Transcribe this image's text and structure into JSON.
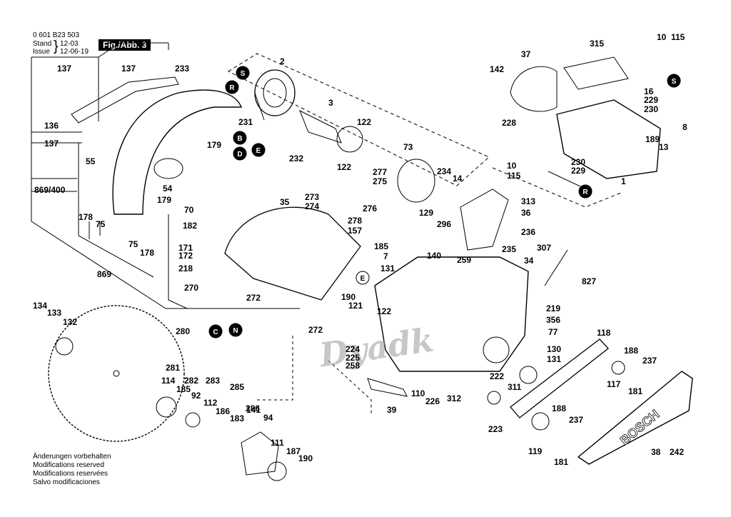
{
  "header": {
    "doc_number": "0 601 B23 503",
    "stand_label": "Stand",
    "issue_label": "Issue",
    "stand_value": "12-03",
    "issue_value": "12-06-19",
    "figure": "Fig./Abb. 3"
  },
  "footer": [
    "Änderungen vorbehalten",
    "Modifications reserved",
    "Modifications reservées",
    "Salvo modificaciones"
  ],
  "watermark": "Dyadk",
  "markers": [
    {
      "id": "S-top",
      "letter": "S"
    },
    {
      "id": "R-top",
      "letter": "R"
    },
    {
      "id": "B",
      "letter": "B"
    },
    {
      "id": "D",
      "letter": "D"
    },
    {
      "id": "E-top",
      "letter": "E"
    },
    {
      "id": "E-mid",
      "letter": "E"
    },
    {
      "id": "C",
      "letter": "C"
    },
    {
      "id": "N",
      "letter": "N"
    },
    {
      "id": "S-right",
      "letter": "S"
    },
    {
      "id": "R-right",
      "letter": "R"
    }
  ],
  "parts": [
    "137",
    "137",
    "233",
    "136",
    "137",
    "55",
    "869/400",
    "178",
    "75",
    "75",
    "178",
    "869",
    "2",
    "231",
    "232",
    "3",
    "122",
    "122",
    "179",
    "54",
    "179",
    "70",
    "182",
    "171",
    "172",
    "218",
    "270",
    "272",
    "35",
    "273",
    "274",
    "275",
    "276",
    "277",
    "278",
    "157",
    "73",
    "234",
    "14",
    "129",
    "296",
    "185",
    "7",
    "140",
    "259",
    "131",
    "34",
    "190",
    "121",
    "122",
    "272",
    "224",
    "225",
    "258",
    "39",
    "110",
    "226",
    "312",
    "222",
    "311",
    "223",
    "130",
    "131",
    "77",
    "356",
    "219",
    "827",
    "313",
    "36",
    "236",
    "235",
    "307",
    "37",
    "142",
    "228",
    "315",
    "10",
    "115",
    "16",
    "229",
    "230",
    "8",
    "189",
    "13",
    "10",
    "115",
    "230",
    "229",
    "1",
    "134",
    "133",
    "132",
    "280",
    "281",
    "282",
    "283",
    "285",
    "286",
    "114",
    "185",
    "92",
    "112",
    "186",
    "183",
    "141",
    "94",
    "111",
    "187",
    "190",
    "118",
    "188",
    "237",
    "117",
    "181",
    "188",
    "237",
    "119",
    "181",
    "38",
    "242"
  ],
  "brand_text": "BOSCH"
}
